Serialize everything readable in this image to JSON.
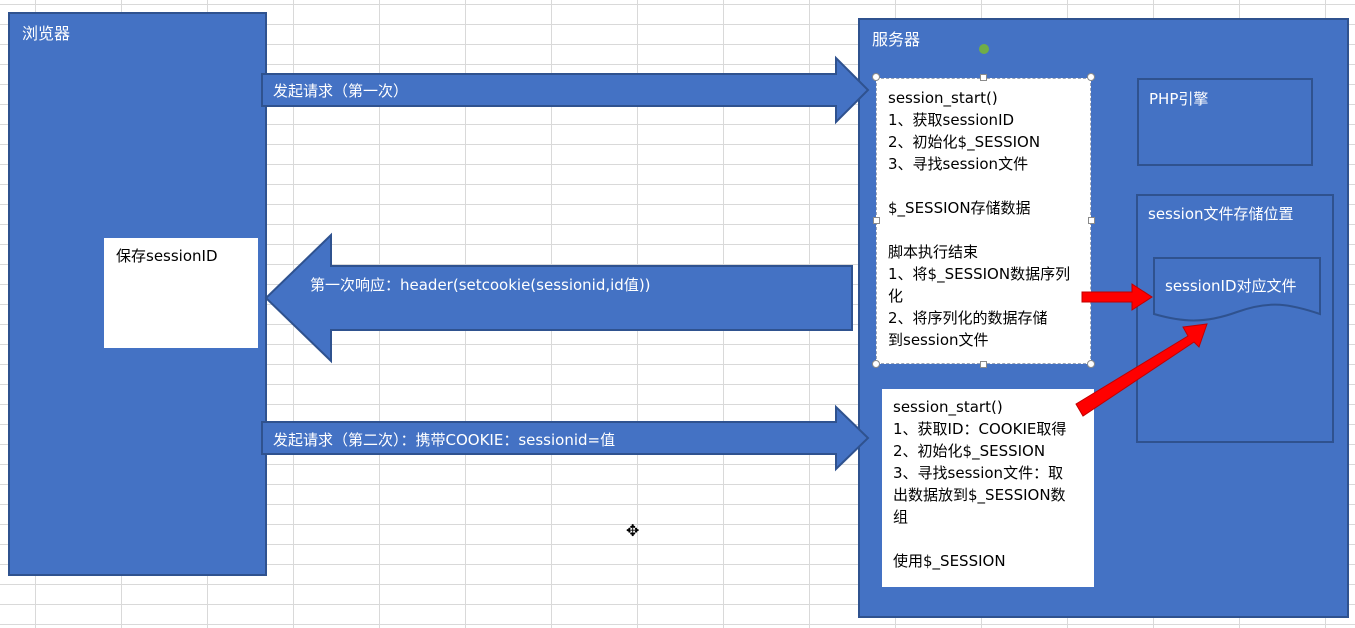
{
  "browser": {
    "label": "浏览器",
    "save_box": "保存sessionID"
  },
  "server": {
    "label": "服务器",
    "first_box": [
      "session_start()",
      "1、获取sessionID",
      "2、初始化$_SESSION",
      "3、寻找session文件",
      "",
      "$_SESSION存储数据",
      "",
      "脚本执行结束",
      "1、将$_SESSION数据序列",
      "化",
      "2、将序列化的数据存储",
      "到session文件"
    ],
    "second_box": [
      "session_start()",
      "1、获取ID：COOKIE取得",
      "2、初始化$_SESSION",
      "3、寻找session文件：取",
      "出数据放到$_SESSION数",
      "组",
      "",
      "使用$_SESSION"
    ],
    "php_engine": "PHP引擎",
    "storage_label": "session文件存储位置",
    "storage_file": "sessionID对应文件"
  },
  "arrows": {
    "request1": "发起请求（第一次）",
    "response1": "第一次响应：header(setcookie(sessionid,id值))",
    "request2": "发起请求（第二次）：携带COOKIE：sessionid=值"
  },
  "colors": {
    "fill": "#4472c4",
    "border": "#2f528f",
    "highlight": "#ff0000",
    "selection": "#70ad47"
  }
}
